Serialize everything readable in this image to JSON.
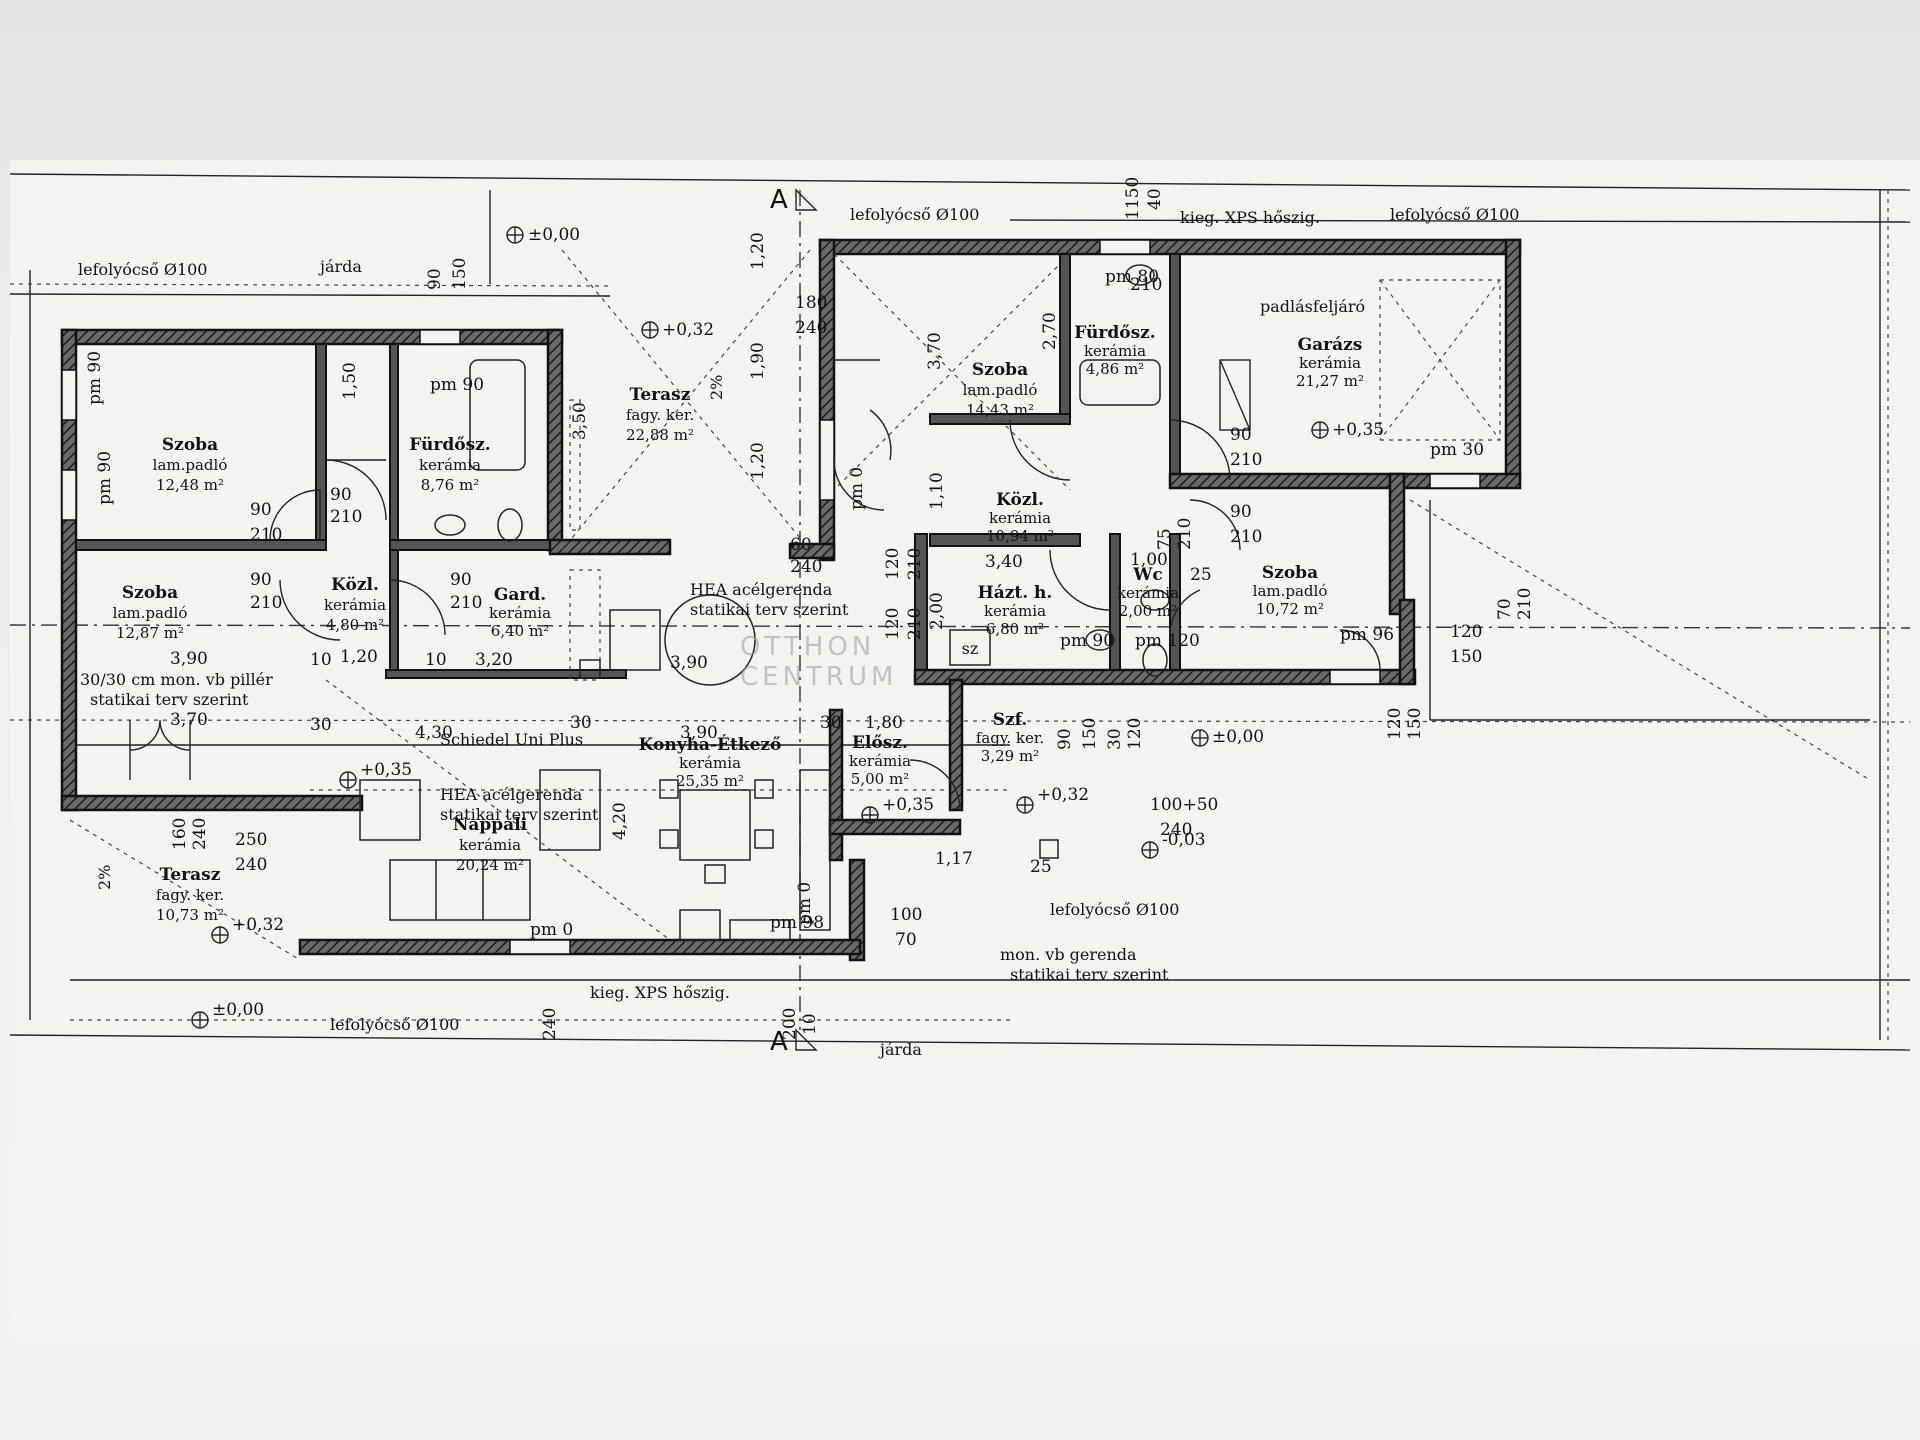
{
  "rooms": [
    {
      "id": "szoba-1",
      "name": "Szoba",
      "floor": "lam.padló",
      "area": "12,48 m²"
    },
    {
      "id": "szoba-2",
      "name": "Szoba",
      "floor": "lam.padló",
      "area": "12,87 m²"
    },
    {
      "id": "furdo-1",
      "name": "Fürdősz.",
      "floor": "kerámia",
      "area": "8,76 m²"
    },
    {
      "id": "kozl-1",
      "name": "Közl.",
      "floor": "kerámia",
      "area": "4,80 m²"
    },
    {
      "id": "gard",
      "name": "Gard.",
      "floor": "kerámia",
      "area": "6,40 m²"
    },
    {
      "id": "terasz-1",
      "name": "Terasz",
      "floor": "fagy. ker.",
      "area": "22,88 m²"
    },
    {
      "id": "terasz-2",
      "name": "Terasz",
      "floor": "fagy. ker.",
      "area": "10,73 m²"
    },
    {
      "id": "nappali",
      "name": "Nappali",
      "floor": "kerámia",
      "area": "20,24 m²"
    },
    {
      "id": "konyha",
      "name": "Konyha-Étkező",
      "floor": "kerámia",
      "area": "25,35 m²"
    },
    {
      "id": "elosz",
      "name": "Elősz.",
      "floor": "kerámia",
      "area": "5,00 m²"
    },
    {
      "id": "szf",
      "name": "Szf.",
      "floor": "fagy. ker.",
      "area": "3,29 m²"
    },
    {
      "id": "kozl-2",
      "name": "Közl.",
      "floor": "kerámia",
      "area": "10,94 m²"
    },
    {
      "id": "szoba-3",
      "name": "Szoba",
      "floor": "lam.padló",
      "area": "14,43 m²"
    },
    {
      "id": "furdo-2",
      "name": "Fürdősz.",
      "floor": "kerámia",
      "area": "4,86 m²"
    },
    {
      "id": "hazt",
      "name": "Házt. h.",
      "floor": "kerámia",
      "area": "6,80 m²"
    },
    {
      "id": "wc",
      "name": "Wc",
      "floor": "kerámia",
      "area": "2,00 m²"
    },
    {
      "id": "garazs",
      "name": "Garázs",
      "floor": "kerámia",
      "area": "21,27 m²"
    },
    {
      "id": "szoba-4",
      "name": "Szoba",
      "floor": "lam.padló",
      "area": "10,72 m²"
    }
  ],
  "levels": {
    "top_pm0": "±0,00",
    "terasz_top": "+0,32",
    "garazs": "+0,35",
    "right_entry": "±0,00",
    "nappali": "+0,35",
    "terasz_bottom": "+0,32",
    "bottom_left": "±0,00",
    "elosz": "+0,35",
    "szf": "+0,32",
    "outside": "-0,03"
  },
  "notes": {
    "lefolyo": "lefolyócső Ø100",
    "jarda": "járda",
    "xps": "kieg. XPS hőszig.",
    "hea_1": "HEA acélgerenda",
    "hea_2": "statikai terv szerint",
    "schiedel": "Schiedel Uni Plus",
    "pillar_1": "30/30 cm mon. vb pillér",
    "pillar_2": "statikai terv szerint",
    "beam_1": "mon. vb gerenda",
    "beam_2": "statikai terv szerint",
    "padlas": "padlásfeljáró",
    "slope": "2%",
    "section": "A",
    "sz": "sz"
  },
  "dims": {
    "d390a": "3,90",
    "d390b": "3,90",
    "d390c": "3,90",
    "d370": "3,70",
    "d430": "4,30",
    "d320": "3,20",
    "d340": "3,40",
    "d120a": "1,20",
    "d180": "1,80",
    "d117": "1,17",
    "d100a": "1,00",
    "d150": "1,50",
    "d350": "3,50",
    "d370v": "3,70",
    "d270": "2,70",
    "d420": "4,20",
    "d200": "2,00",
    "d110": "1,10",
    "d120v1": "1,20",
    "d190": "1,90",
    "d120v2": "1,20",
    "pm90": "pm 90",
    "pm0": "pm 0",
    "pm30": "pm 30",
    "pm96": "pm 96",
    "pm98": "pm 98",
    "pm80": "pm 80",
    "pm90b": "pm 90",
    "pm120": "pm 120",
    "n90": "90",
    "n210": "210",
    "n150": "150",
    "n240": "240",
    "n180": "180",
    "n250": "250",
    "n60": "60",
    "n70": "70",
    "n160": "160",
    "n120": "120",
    "n100": "100",
    "n10": "10",
    "n30": "30",
    "n25": "25",
    "n75": "75",
    "n40": "40",
    "n200": "200",
    "n1150": "1150",
    "n100p50": "100+50"
  },
  "watermark": {
    "line1": "OTTHON",
    "line2": "CENTRUM"
  }
}
